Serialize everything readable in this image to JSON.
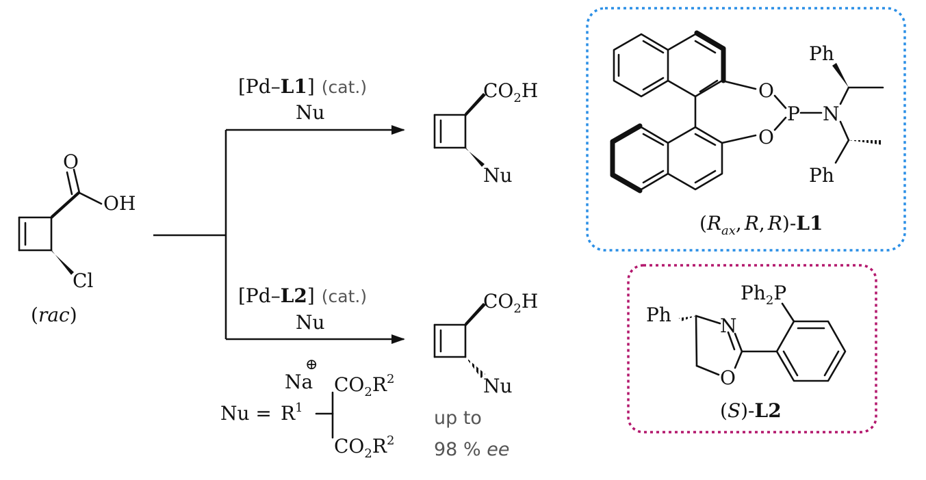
{
  "colors": {
    "l1_accent": "#2b8fe6",
    "l2_accent": "#b3186d",
    "grey_text": "#555555",
    "ink": "#111111"
  },
  "start_material": {
    "o": "O",
    "oh": "OH",
    "cl": "Cl",
    "tag_open": "(",
    "tag": "rac",
    "tag_close": ")"
  },
  "upper_conditions": {
    "catalyst_pre": "[Pd–",
    "ligand": "L1",
    "catalyst_post": "]",
    "cat": "(cat.)",
    "reagent": "Nu"
  },
  "lower_conditions": {
    "catalyst_pre": "[Pd–",
    "ligand": "L2",
    "catalyst_post": "]",
    "cat": "(cat.)",
    "reagent": "Nu"
  },
  "product_upper": {
    "acid": "CO",
    "acid_sub": "2",
    "acid_end": "H",
    "nu": "Nu"
  },
  "product_lower": {
    "acid": "CO",
    "acid_sub": "2",
    "acid_end": "H",
    "nu": "Nu"
  },
  "nucleophile": {
    "lhs": "Nu =",
    "cation": "Na",
    "charge": "⊕",
    "r1": "R",
    "r1_sup": "1",
    "ester": "CO",
    "ester_sub": "2",
    "ester_r": "R",
    "ester_sup": "2"
  },
  "ee_note": {
    "line1": "up to",
    "line2_num": "98 %",
    "line2_unit": "ee"
  },
  "ligand_l1": {
    "atoms": {
      "o_top": "O",
      "o_bottom": "O",
      "p": "P",
      "n": "N",
      "ph_top": "Ph",
      "ph_bottom": "Ph"
    },
    "label_open": "(",
    "label_r": "R",
    "label_sub": "ax",
    "label_mid": ",",
    "label_r2": "R",
    "label_comma2": ",",
    "label_r3": "R",
    "label_close": ")-",
    "label_name": "L1"
  },
  "ligand_l2": {
    "atoms": {
      "ph2p": "Ph",
      "ph2p_sub": "2",
      "ph2p_end": "P",
      "ph": "Ph",
      "n": "N",
      "o": "O"
    },
    "label_open": "(",
    "label_s": "S",
    "label_close": ")-",
    "label_name": "L2"
  }
}
